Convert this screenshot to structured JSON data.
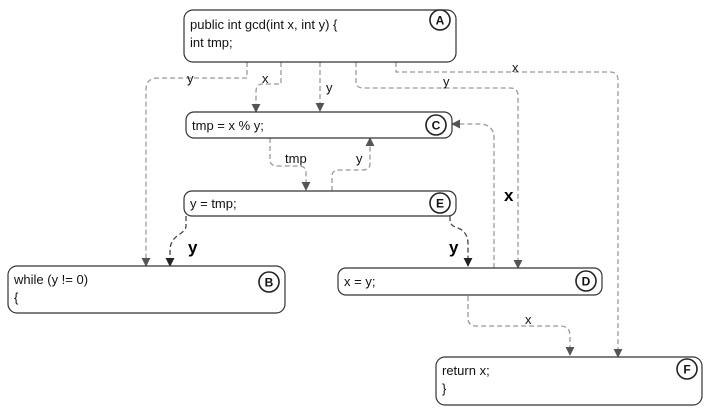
{
  "nodes": {
    "A": {
      "badge": "A",
      "lines": [
        "public int gcd(int x, int y) {",
        "int tmp;"
      ]
    },
    "C": {
      "badge": "C",
      "lines": [
        "tmp = x % y;"
      ]
    },
    "E": {
      "badge": "E",
      "lines": [
        "y = tmp;"
      ]
    },
    "B": {
      "badge": "B",
      "lines": [
        "while (y != 0)",
        "{"
      ]
    },
    "D": {
      "badge": "D",
      "lines": [
        "x = y;"
      ]
    },
    "F": {
      "badge": "F",
      "lines": [
        "return x;",
        "}"
      ]
    }
  },
  "edge_labels": {
    "a_b_y": "y",
    "a_c_x": "x",
    "a_c_y": "y",
    "a_d_y": "y",
    "a_f_x": "x",
    "c_e_tmp": "tmp",
    "e_c_y": "y",
    "e_b_y": "y",
    "e_d_y": "y",
    "c_d_x": "x",
    "d_f_x": "x"
  },
  "colors": {
    "box_stroke": "#333333",
    "edge_light": "#9a9a9a",
    "edge_dark": "#444444"
  }
}
